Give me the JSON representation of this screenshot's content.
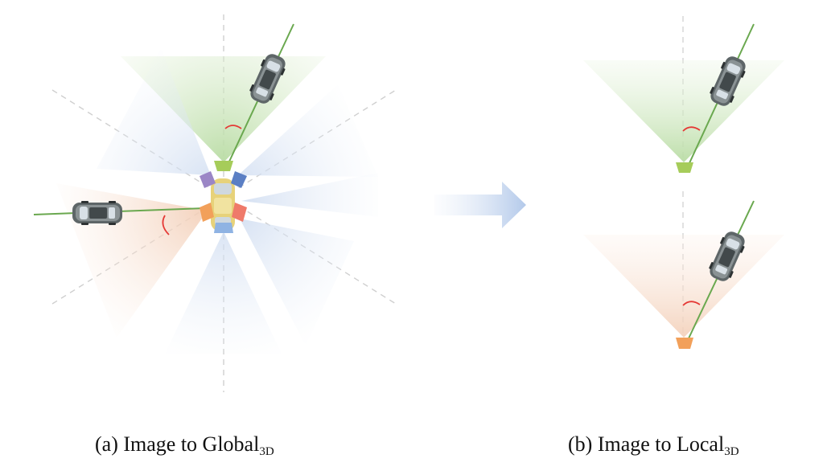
{
  "captions": {
    "a": {
      "label": "(a) Image to Global",
      "sub": "3D"
    },
    "b": {
      "label": "(b) Image to Local",
      "sub": "3D"
    }
  },
  "colors": {
    "front_camera": "#a6cc5a",
    "front_left_camera": "#9b86c6",
    "front_right_camera": "#5b7fc4",
    "back_left_camera": "#f2a05a",
    "back_right_camera": "#ef7a6a",
    "back_camera": "#8fb3e3",
    "green_fov": "#cfe6bf",
    "orange_fov": "#f7dccb",
    "blue_fov": "#d6e2f3",
    "ray": "#6aa84f",
    "angle_arc": "#e53935",
    "arrow": "#b9cdec"
  },
  "icons": {
    "ego": "ego-car-icon",
    "target": "target-car-icon",
    "arrow": "right-arrow-icon"
  }
}
